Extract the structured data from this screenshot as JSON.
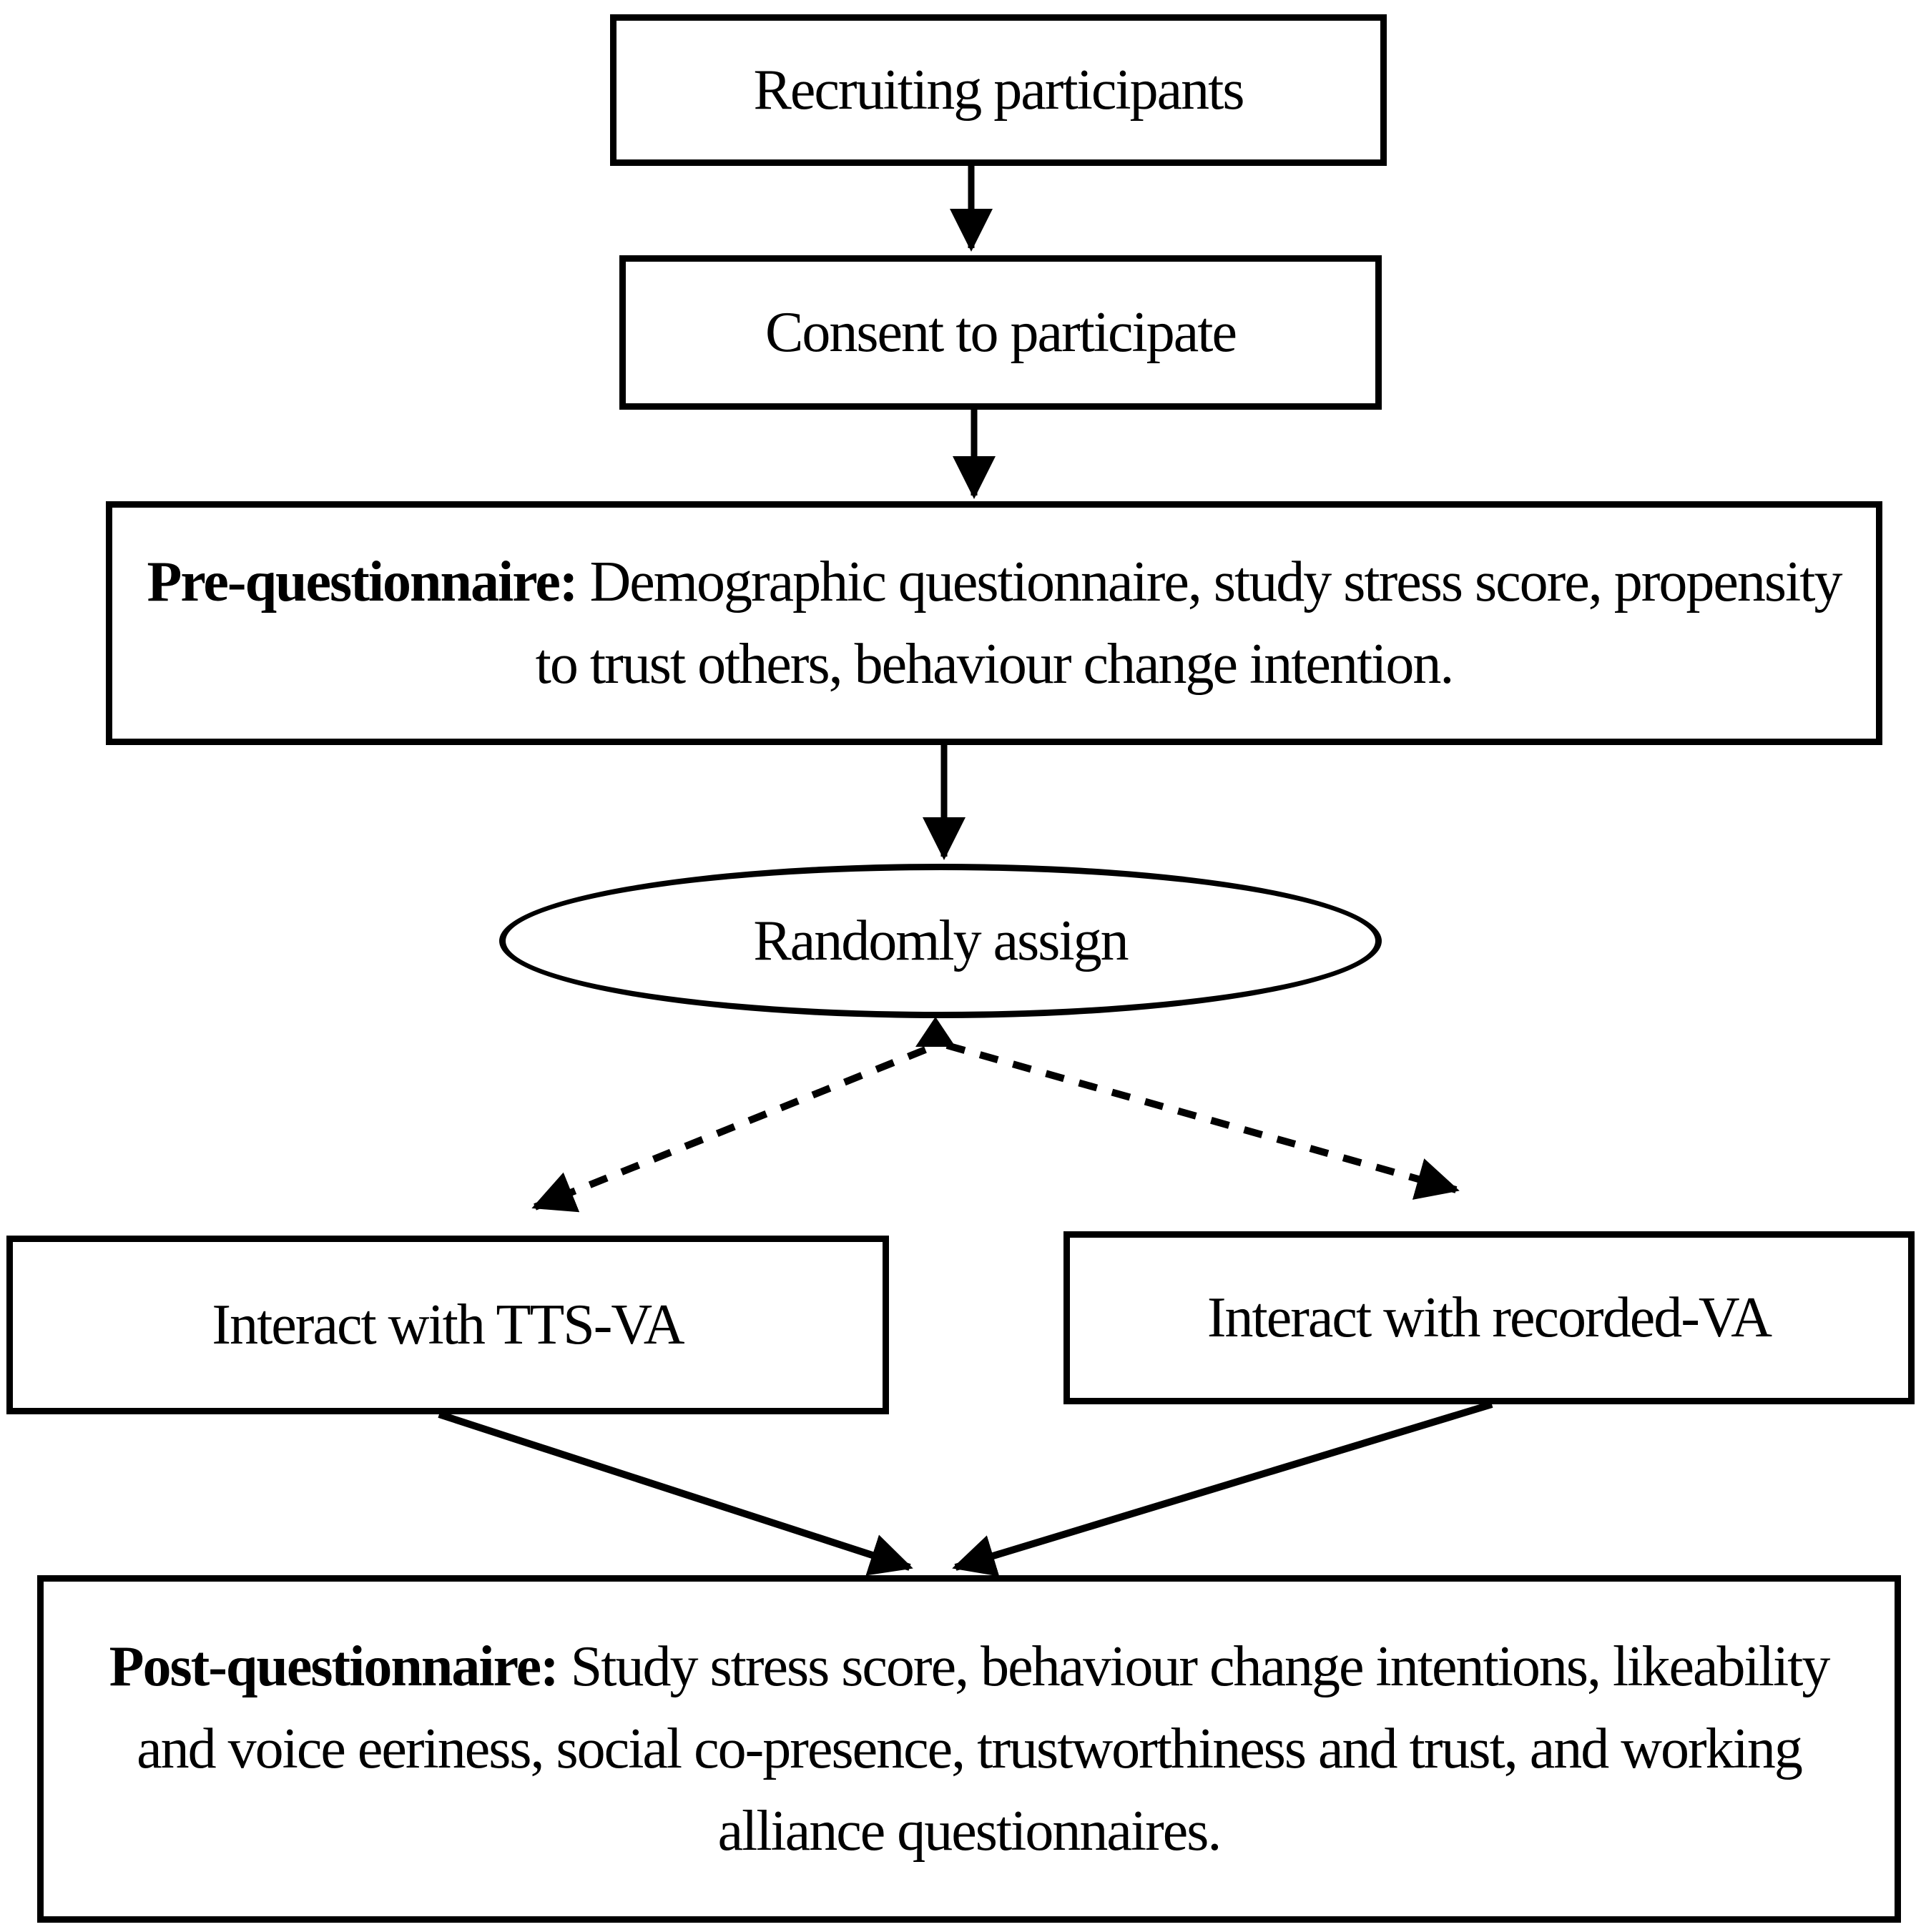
{
  "figure": {
    "type": "flowchart",
    "description": "Study procedure flowchart",
    "colors": {
      "background": "#ffffff",
      "line": "#000000",
      "text": "#000000"
    }
  },
  "nodes": {
    "recruiting": {
      "shape": "rect",
      "label": "Recruiting participants"
    },
    "consent": {
      "shape": "rect",
      "label": "Consent to participate"
    },
    "pre_questionnaire": {
      "shape": "rect",
      "label_bold": "Pre-questionnaire:",
      "label_rest": " Demographic questionnaire, study stress score, propensity to trust others, behaviour change intention."
    },
    "randomly_assign": {
      "shape": "ellipse",
      "label": "Randomly assign"
    },
    "tts_va": {
      "shape": "rect",
      "label": "Interact with TTS-VA"
    },
    "recorded_va": {
      "shape": "rect",
      "label": "Interact with recorded-VA"
    },
    "post_questionnaire": {
      "shape": "rect",
      "label_bold": "Post-questionnaire:",
      "label_rest": " Study stress score, behaviour change intentions, likeability and voice eeriness, social co-presence, trustworthiness and trust, and working alliance questionnaires."
    }
  },
  "edges": [
    {
      "from": "recruiting",
      "to": "consent",
      "style": "solid-arrow"
    },
    {
      "from": "consent",
      "to": "pre_questionnaire",
      "style": "solid-arrow"
    },
    {
      "from": "pre_questionnaire",
      "to": "randomly_assign",
      "style": "solid-arrow"
    },
    {
      "from": "randomly_assign",
      "to": "tts_va",
      "style": "dashed-arrow"
    },
    {
      "from": "randomly_assign",
      "to": "recorded_va",
      "style": "dashed-arrow"
    },
    {
      "from": "tts_va",
      "to": "post_questionnaire",
      "style": "solid-arrow"
    },
    {
      "from": "recorded_va",
      "to": "post_questionnaire",
      "style": "solid-arrow"
    }
  ]
}
